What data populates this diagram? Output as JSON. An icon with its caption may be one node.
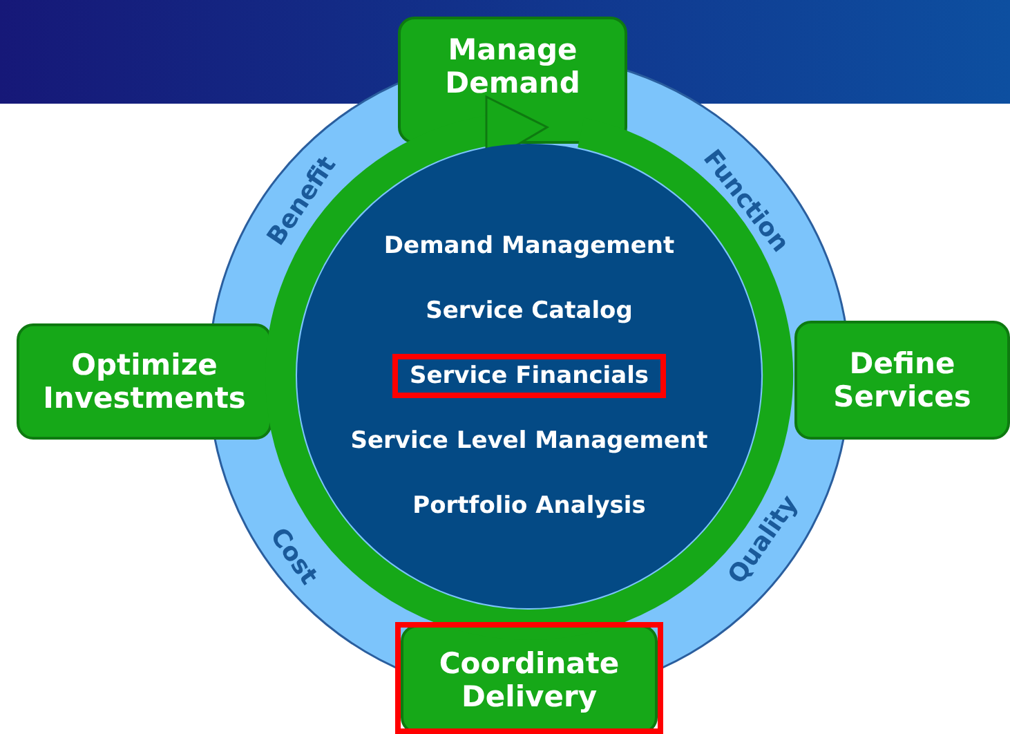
{
  "diagram": {
    "nodes": [
      {
        "text": [
          "Manage Demand"
        ]
      },
      {
        "text": [
          "Optimize Investments"
        ]
      },
      {
        "text": [
          "Define Services"
        ]
      },
      {
        "text": [
          "Demand Management",
          "Service Catalog",
          "Service Financials",
          "Service Level Management",
          "Portfolio Analysis"
        ]
      },
      {
        "text": [
          "Coordinate Delivery"
        ]
      }
    ],
    "edges": [],
    "labels": [
      "Benefit",
      "Function",
      "Cost",
      "Quality"
    ]
  }
}
